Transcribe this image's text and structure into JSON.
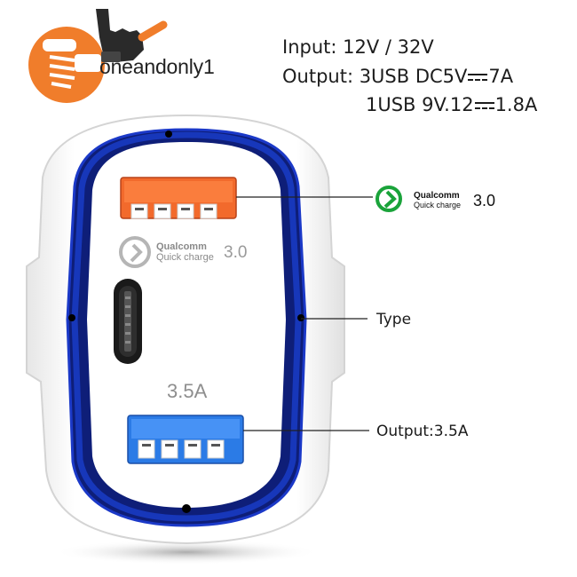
{
  "brand": {
    "name": "oneandonly1",
    "accent_color": "#f07d2b"
  },
  "specs": {
    "input_line": "Input: 12V / 32V",
    "output_prefix": "Output: 3USB DC5V",
    "output_value": "7A",
    "second_prefix": "1USB 9V.12",
    "second_value": "1.8A",
    "dc_symbol": "dc-symbol"
  },
  "callouts": {
    "qc_badge": {
      "name": "Qualcomm",
      "sub": "Quick charge",
      "version": "3.0",
      "icon": "qualcomm-qc-icon",
      "color": "#1aa33a"
    },
    "type_label": "Type",
    "output_label": "Output:3.5A"
  },
  "device": {
    "ring_color": "#1b39c8",
    "qc_port_color": "#f26a2c",
    "standard_port_color": "#2b7be6",
    "inner_qc": {
      "name": "Qualcomm",
      "sub": "Quick charge",
      "version": "3.0",
      "icon": "qualcomm-qc-icon-gray"
    },
    "standard_port_label": "3.5A"
  }
}
